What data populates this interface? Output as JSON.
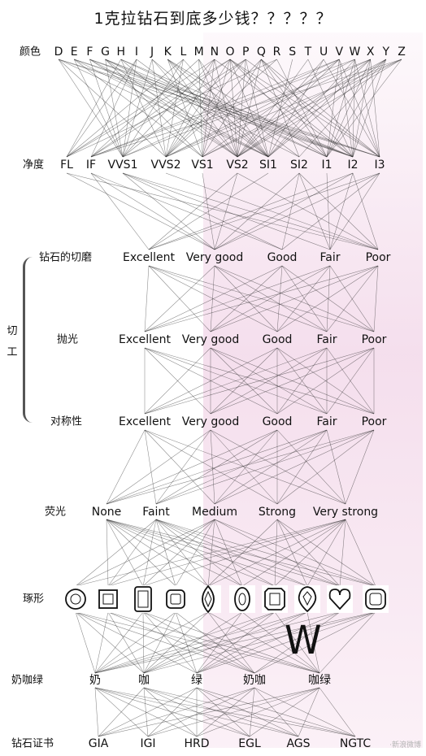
{
  "title": "1克拉钻石到底多少钱？？？？？",
  "tiers": [
    {
      "key": "color",
      "label": "颜色",
      "items": [
        "D",
        "E",
        "F",
        "G",
        "H",
        "I",
        "J",
        "K",
        "L",
        "M",
        "N",
        "O",
        "P",
        "Q",
        "R",
        "S",
        "T",
        "U",
        "V",
        "W",
        "X",
        "Y",
        "Z"
      ]
    },
    {
      "key": "clarity",
      "label": "净度",
      "items": [
        "FL",
        "IF",
        "VVS1",
        "VVS2",
        "VS1",
        "VS2",
        "SI1",
        "SI2",
        "I1",
        "I2",
        "I3"
      ]
    },
    {
      "key": "cut",
      "label": "钻石的切磨",
      "items": [
        "Excellent",
        "Very good",
        "Good",
        "Fair",
        "Poor"
      ]
    },
    {
      "key": "polish",
      "label": "抛光",
      "items": [
        "Excellent",
        "Very good",
        "Good",
        "Fair",
        "Poor"
      ]
    },
    {
      "key": "symmetry",
      "label": "对称性",
      "items": [
        "Excellent",
        "Very good",
        "Good",
        "Fair",
        "Poor"
      ]
    },
    {
      "key": "fluorescence",
      "label": "荧光",
      "items": [
        "None",
        "Faint",
        "Medium",
        "Strong",
        "Very strong"
      ]
    },
    {
      "key": "shape",
      "label": "琢形",
      "items": []
    },
    {
      "key": "tint",
      "label": "奶咖绿",
      "items": [
        "奶",
        "咖",
        "绿",
        "奶咖",
        "咖绿"
      ]
    },
    {
      "key": "certificate",
      "label": "钻石证书",
      "items": [
        "GIA",
        "IGI",
        "HRD",
        "EGL",
        "AGS",
        "NGTC"
      ]
    }
  ],
  "shapes": [
    "round-icon",
    "princess-icon",
    "emerald-icon",
    "asscher-icon",
    "marquise-icon",
    "oval-icon",
    "radiant-icon",
    "pear-icon",
    "heart-icon",
    "cushion-icon"
  ],
  "cut_group_label": "切工",
  "annotation": "W",
  "watermark": "·新浪微博"
}
